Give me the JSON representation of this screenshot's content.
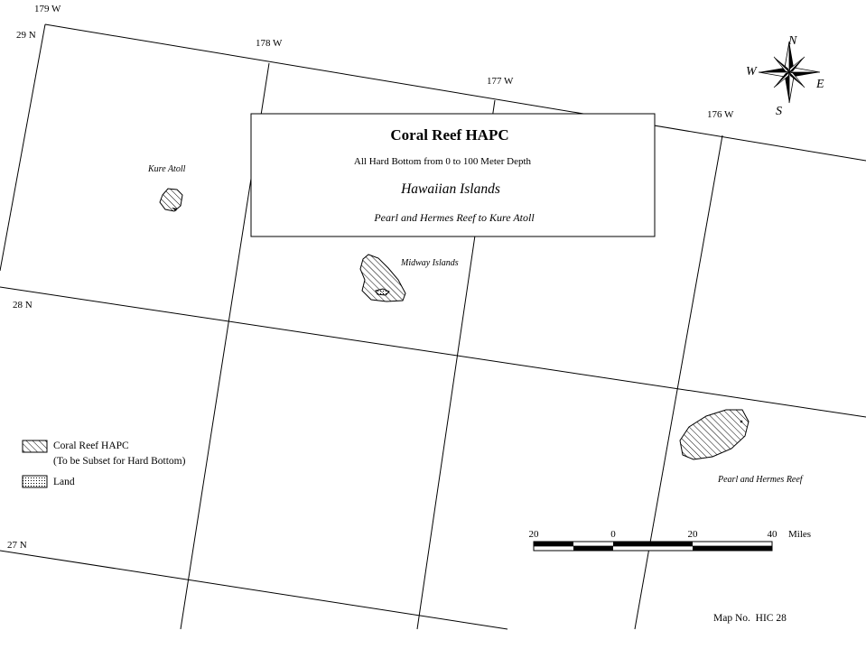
{
  "title": {
    "main": "Coral Reef HAPC",
    "subtitle": "All Hard Bottom from 0 to 100 Meter Depth",
    "region": "Hawaiian Islands",
    "range": "Pearl and Hermes Reef to Kure Atoll"
  },
  "graticule": {
    "longitudes": [
      "179 W",
      "178 W",
      "177 W",
      "176 W"
    ],
    "latitudes": [
      "29 N",
      "28 N",
      "27 N"
    ]
  },
  "places": {
    "kure": "Kure Atoll",
    "midway": "Midway Islands",
    "pearl": "Pearl and Hermes Reef"
  },
  "compass": {
    "n": "N",
    "s": "S",
    "e": "E",
    "w": "W"
  },
  "legend": {
    "hapc_line1": "Coral Reef HAPC",
    "hapc_line2": "(To be Subset for Hard Bottom)",
    "land": "Land"
  },
  "scale": {
    "ticks": [
      "20",
      "0",
      "20",
      "40"
    ],
    "unit": "Miles"
  },
  "map_number": "Map No.  HIC 28",
  "colors": {
    "ink": "#000000",
    "paper": "#ffffff"
  }
}
